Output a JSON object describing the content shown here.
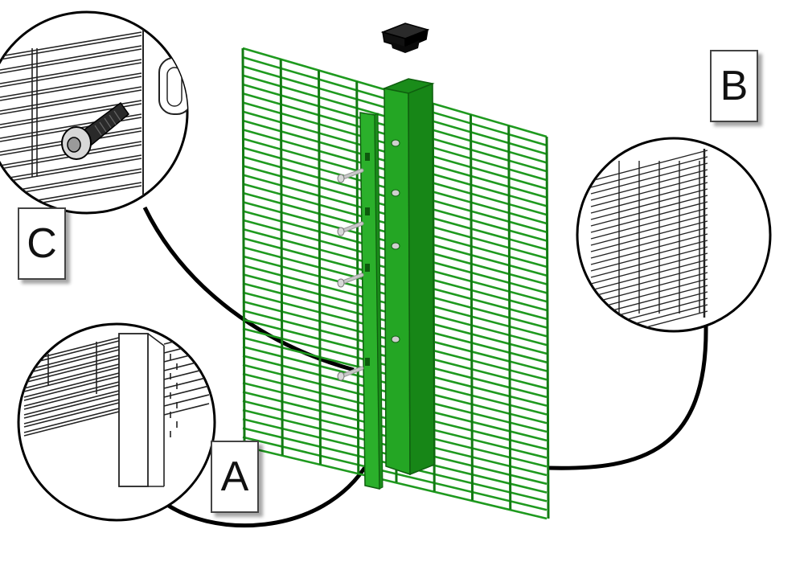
{
  "labels": {
    "a": "A",
    "b": "B",
    "c": "C"
  },
  "colors": {
    "mesh": "#1f9a1f",
    "mesh_dark": "#137a13",
    "post": "#22a022",
    "post_dark": "#15801a",
    "cap": "#111111",
    "bolt": "#c8c8c8",
    "line": "#000000"
  },
  "icons": {
    "cap": "post-cap-icon",
    "bolt": "bolt-icon"
  }
}
